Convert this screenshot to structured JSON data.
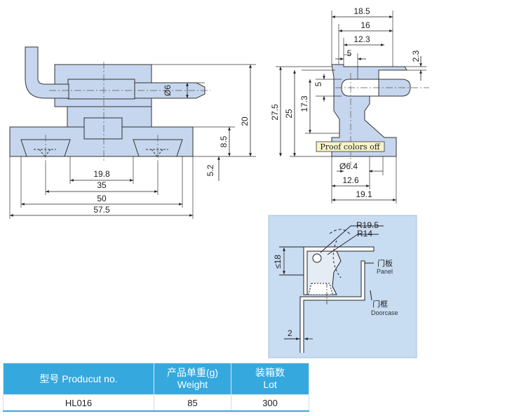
{
  "front_view": {
    "dims": [
      "Ø6",
      "20",
      "8.5",
      "5.2",
      "19.8",
      "35",
      "50",
      "57.5"
    ]
  },
  "side_view": {
    "dims": [
      "18.5",
      "16",
      "12.3",
      "5",
      "2.3",
      "5",
      "27.5",
      "25",
      "17.3",
      "Ø6.4",
      "12.6",
      "19.1"
    ],
    "stamp": "Proof colors off"
  },
  "install_view": {
    "dims": [
      "R19.5",
      "R14",
      "≤18",
      "2"
    ],
    "panel_cn": "门板",
    "panel_en": "Panel",
    "doorcase_cn": "门框",
    "doorcase_en": "Doorcase"
  },
  "table": {
    "headers": [
      {
        "cn": "型号",
        "en": "Producut no."
      },
      {
        "cn": "产品单重(g)",
        "en": "Weight"
      },
      {
        "cn": "装箱数",
        "en": "Lot"
      }
    ],
    "rows": [
      [
        "HL016",
        "85",
        "300"
      ]
    ]
  },
  "colors": {
    "part_fill": "#c6d6ee",
    "panel_bg": "#c8dcf2",
    "table_header": "#35a8de"
  }
}
